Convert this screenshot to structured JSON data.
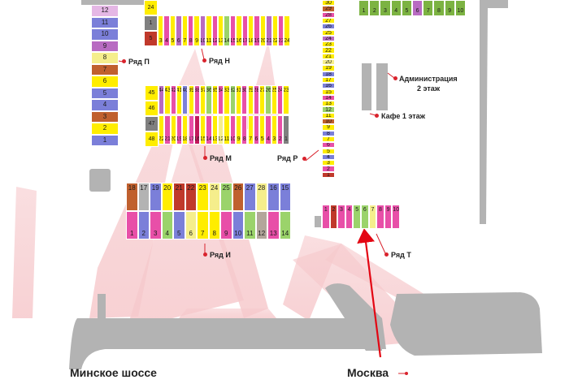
{
  "labels": {
    "row_p": "Ряд П",
    "row_n": "Ряд Н",
    "row_m": "Ряд М",
    "row_r": "Ряд Р",
    "row_i": "Ряд И",
    "row_t": "Ряд Т",
    "admin_line1": "Администрация",
    "admin_line2": "2 этаж",
    "cafe": "Кафе 1 этаж",
    "road_minsk": "Минское шоссе",
    "road_moscow": "Москва"
  },
  "colors": {
    "pink_overlay": "#f6c9cc",
    "gray_building": "#b3b3b3",
    "accent_red": "#d9232d",
    "arrow_red": "#e30613"
  },
  "row_p": [
    {
      "n": "12",
      "c": "#e5b7e5"
    },
    {
      "n": "11",
      "c": "#7b7fd9"
    },
    {
      "n": "10",
      "c": "#7b7fd9"
    },
    {
      "n": "9",
      "c": "#b86bc2"
    },
    {
      "n": "8",
      "c": "#f5ee8c"
    },
    {
      "n": "7",
      "c": "#c0602e"
    },
    {
      "n": "6",
      "c": "#ffed00"
    },
    {
      "n": "5",
      "c": "#7b7fd9"
    },
    {
      "n": "4",
      "c": "#7b7fd9"
    },
    {
      "n": "3",
      "c": "#c0602e"
    },
    {
      "n": "2",
      "c": "#ffed00"
    },
    {
      "n": "1",
      "c": "#7b7fd9"
    }
  ],
  "row_n_left": [
    {
      "n": "24",
      "c": "#ffed00"
    },
    {
      "n": "1",
      "c": "#808080"
    },
    {
      "n": "5",
      "c": "#c0392b"
    }
  ],
  "row_n_top": [
    {
      "n": "3",
      "c": "#ffed00"
    },
    {
      "n": "4",
      "c": "#e84fa8"
    },
    {
      "n": "5",
      "c": "#ffed00"
    },
    {
      "n": "6",
      "c": "#b86bc2"
    },
    {
      "n": "7",
      "c": "#ffed00"
    },
    {
      "n": "8",
      "c": "#e84fa8"
    },
    {
      "n": "9",
      "c": "#ffed00"
    },
    {
      "n": "10",
      "c": "#b86bc2"
    },
    {
      "n": "11",
      "c": "#ffed00"
    },
    {
      "n": "12",
      "c": "#e84fa8"
    },
    {
      "n": "13",
      "c": "#ffed00"
    },
    {
      "n": "14",
      "c": "#9bd36b"
    },
    {
      "n": "15",
      "c": "#e84fa8"
    },
    {
      "n": "16",
      "c": "#ffed00"
    },
    {
      "n": "17",
      "c": "#e84fa8"
    },
    {
      "n": "18",
      "c": "#ffed00"
    },
    {
      "n": "19",
      "c": "#e84fa8"
    },
    {
      "n": "20",
      "c": "#ffed00"
    },
    {
      "n": "21",
      "c": "#b86bc2"
    },
    {
      "n": "22",
      "c": "#ffed00"
    },
    {
      "n": "23",
      "c": "#e84fa8"
    },
    {
      "n": "24",
      "c": "#ffed00"
    }
  ],
  "row_m_left": [
    {
      "n": "45",
      "c": "#ffed00"
    },
    {
      "n": "46",
      "c": "#ffed00"
    },
    {
      "n": "47",
      "c": "#808080"
    },
    {
      "n": "48",
      "c": "#ffed00"
    }
  ],
  "row_m_top": [
    {
      "n": "44",
      "c": "#b86bc2"
    },
    {
      "n": "43",
      "c": "#ffed00"
    },
    {
      "n": "42",
      "c": "#e84fa8"
    },
    {
      "n": "41",
      "c": "#ffed00"
    },
    {
      "n": "40",
      "c": "#7b7fd9"
    },
    {
      "n": "39",
      "c": "#ffed00"
    },
    {
      "n": "38",
      "c": "#e84fa8"
    },
    {
      "n": "37",
      "c": "#ffed00"
    },
    {
      "n": "36",
      "c": "#9bd36b"
    },
    {
      "n": "35",
      "c": "#ffed00"
    },
    {
      "n": "34",
      "c": "#e84fa8"
    },
    {
      "n": "33",
      "c": "#ffed00"
    },
    {
      "n": "32",
      "c": "#9bd36b"
    },
    {
      "n": "31",
      "c": "#ffed00"
    },
    {
      "n": "30",
      "c": "#e84fa8"
    },
    {
      "n": "29",
      "c": "#ffed00"
    },
    {
      "n": "28",
      "c": "#e84fa8"
    },
    {
      "n": "27",
      "c": "#ffed00"
    },
    {
      "n": "26",
      "c": "#9bd36b"
    },
    {
      "n": "25",
      "c": "#ffed00"
    },
    {
      "n": "24",
      "c": "#e84fa8"
    },
    {
      "n": "23",
      "c": "#ffed00"
    }
  ],
  "row_m_bottom": [
    {
      "n": "22",
      "c": "#ffed00"
    },
    {
      "n": "21",
      "c": "#e84fa8"
    },
    {
      "n": "20",
      "c": "#ffed00"
    },
    {
      "n": "19",
      "c": "#e84fa8"
    },
    {
      "n": "18",
      "c": "#ffed00"
    },
    {
      "n": "17",
      "c": "#e84fa8"
    },
    {
      "n": "16",
      "c": "#c2185b"
    },
    {
      "n": "15",
      "c": "#ffed00"
    },
    {
      "n": "14",
      "c": "#e84fa8"
    },
    {
      "n": "13",
      "c": "#ffed00"
    },
    {
      "n": "12",
      "c": "#f5ee8c"
    },
    {
      "n": "11",
      "c": "#ffed00"
    },
    {
      "n": "10",
      "c": "#e84fa8"
    },
    {
      "n": "9",
      "c": "#ffed00"
    },
    {
      "n": "8",
      "c": "#e84fa8"
    },
    {
      "n": "7",
      "c": "#ffed00"
    },
    {
      "n": "6",
      "c": "#e84fa8"
    },
    {
      "n": "5",
      "c": "#ffed00"
    },
    {
      "n": "4",
      "c": "#e84fa8"
    },
    {
      "n": "3",
      "c": "#ffed00"
    },
    {
      "n": "2",
      "c": "#e84fa8"
    },
    {
      "n": "1",
      "c": "#808080"
    }
  ],
  "row_r": [
    {
      "n": "30",
      "c": "#ffed00"
    },
    {
      "n": "29",
      "c": "#c0602e"
    },
    {
      "n": "28",
      "c": "#e84fa8"
    },
    {
      "n": "27",
      "c": "#ffed00"
    },
    {
      "n": "26",
      "c": "#7b7fd9"
    },
    {
      "n": "25",
      "c": "#ffed00"
    },
    {
      "n": "24",
      "c": "#b86bc2"
    },
    {
      "n": "23",
      "c": "#ffed00"
    },
    {
      "n": "22",
      "c": "#ffed00"
    },
    {
      "n": "21",
      "c": "#ffed00"
    },
    {
      "n": "20",
      "c": "#f5ee8c"
    },
    {
      "n": "19",
      "c": "#ffed00"
    },
    {
      "n": "18",
      "c": "#7b7fd9"
    },
    {
      "n": "17",
      "c": "#ffed00"
    },
    {
      "n": "16",
      "c": "#7b7fd9"
    },
    {
      "n": "15",
      "c": "#ffed00"
    },
    {
      "n": "14",
      "c": "#e84fa8"
    },
    {
      "n": "13",
      "c": "#ffed00"
    },
    {
      "n": "12",
      "c": "#9bd36b"
    },
    {
      "n": "11",
      "c": "#ffed00"
    },
    {
      "n": "10",
      "c": "#c0602e"
    },
    {
      "n": "9",
      "c": "#ffed00"
    },
    {
      "n": "8",
      "c": "#7b7fd9"
    },
    {
      "n": "7",
      "c": "#ffed00"
    },
    {
      "n": "6",
      "c": "#e84fa8"
    },
    {
      "n": "5",
      "c": "#ffed00"
    },
    {
      "n": "4",
      "c": "#7b7fd9"
    },
    {
      "n": "3",
      "c": "#ffed00"
    },
    {
      "n": "2",
      "c": "#e84fa8"
    },
    {
      "n": "1",
      "c": "#c0392b"
    }
  ],
  "row_i_top": [
    {
      "n": "18",
      "c": "#c0602e"
    },
    {
      "n": "17",
      "c": "#b3b3b3"
    },
    {
      "n": "19",
      "c": "#7b7fd9"
    },
    {
      "n": "20",
      "c": "#ffed00"
    },
    {
      "n": "21",
      "c": "#c0392b"
    },
    {
      "n": "22",
      "c": "#c0392b"
    },
    {
      "n": "23",
      "c": "#ffed00"
    },
    {
      "n": "24",
      "c": "#f5ee8c"
    },
    {
      "n": "25",
      "c": "#9bd36b"
    },
    {
      "n": "26",
      "c": "#c0602e"
    },
    {
      "n": "27",
      "c": "#7b7fd9"
    },
    {
      "n": "28",
      "c": "#f5ee8c"
    },
    {
      "n": "16",
      "c": "#7b7fd9"
    },
    {
      "n": "15",
      "c": "#7b7fd9"
    }
  ],
  "row_i_bottom": [
    {
      "n": "1",
      "c": "#e84fa8"
    },
    {
      "n": "2",
      "c": "#7b7fd9"
    },
    {
      "n": "3",
      "c": "#e84fa8"
    },
    {
      "n": "4",
      "c": "#9bd36b"
    },
    {
      "n": "5",
      "c": "#7b7fd9"
    },
    {
      "n": "6",
      "c": "#f5ee8c"
    },
    {
      "n": "7",
      "c": "#ffed00"
    },
    {
      "n": "8",
      "c": "#ffed00"
    },
    {
      "n": "9",
      "c": "#e84fa8"
    },
    {
      "n": "10",
      "c": "#7b7fd9"
    },
    {
      "n": "11",
      "c": "#9bd36b"
    },
    {
      "n": "12",
      "c": "#b3a69b"
    },
    {
      "n": "13",
      "c": "#e84fa8"
    },
    {
      "n": "14",
      "c": "#9bd36b"
    }
  ],
  "row_t": [
    {
      "n": "1",
      "c": "#e84fa8"
    },
    {
      "n": "2",
      "c": "#c0392b"
    },
    {
      "n": "3",
      "c": "#e84fa8"
    },
    {
      "n": "4",
      "c": "#e84fa8"
    },
    {
      "n": "5",
      "c": "#9bd36b"
    },
    {
      "n": "6",
      "c": "#9bd36b"
    },
    {
      "n": "7",
      "c": "#f5ee8c"
    },
    {
      "n": "8",
      "c": "#e84fa8"
    },
    {
      "n": "9",
      "c": "#e84fa8"
    },
    {
      "n": "10",
      "c": "#e84fa8"
    }
  ],
  "row_top_right": [
    {
      "n": "1",
      "c": "#7cb342"
    },
    {
      "n": "2",
      "c": "#7cb342"
    },
    {
      "n": "3",
      "c": "#7cb342"
    },
    {
      "n": "4",
      "c": "#7cb342"
    },
    {
      "n": "5",
      "c": "#7cb342"
    },
    {
      "n": "6",
      "c": "#b86bc2"
    },
    {
      "n": "7",
      "c": "#7cb342"
    },
    {
      "n": "8",
      "c": "#7cb342"
    },
    {
      "n": "9",
      "c": "#7cb342"
    },
    {
      "n": "10",
      "c": "#7cb342"
    }
  ]
}
